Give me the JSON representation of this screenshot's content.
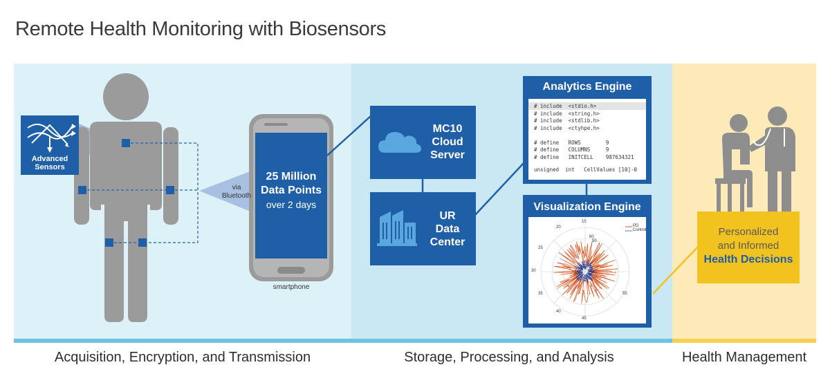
{
  "title": "Remote Health Monitoring with Biosensors",
  "sections": {
    "acquisition": "Acquisition, Encryption, and Transmission",
    "storage": "Storage, Processing, and Analysis",
    "management": "Health Management"
  },
  "sensors": {
    "label_1": "Advanced",
    "label_2": "Sensors"
  },
  "bluetooth": {
    "line_1": "via",
    "line_2": "Bluetooth"
  },
  "phone": {
    "line_1": "25 Million",
    "line_2": "Data Points",
    "line_3": "over 2 days",
    "label": "smartphone"
  },
  "cloud": {
    "line_1": "MC10",
    "line_2": "Cloud",
    "line_3": "Server"
  },
  "datacenter": {
    "line_1": "UR",
    "line_2": "Data",
    "line_3": "Center"
  },
  "analytics": {
    "title": "Analytics Engine",
    "code": [
      "# include  <stdio.h>",
      "# include  <string.h>",
      "# include  <stdlib.h>",
      "# include  <ctyhpe.h>",
      "",
      "# define   ROWS        9",
      "# define   COLUMNS     9",
      "# define   INITCELL    987634321",
      "",
      "unsigned  int   CellValues [10]-0"
    ]
  },
  "visualization": {
    "title": "Visualization Engine",
    "angle_labels": [
      "15",
      "20",
      "25",
      "30",
      "35",
      "40",
      "45",
      "50",
      "55",
      "60"
    ],
    "legend": [
      "PD",
      "Control"
    ],
    "colors": {
      "pd": "#d9541e",
      "control": "#1f3f9a"
    }
  },
  "health": {
    "line_1": "Personalized",
    "line_2": "and Informed",
    "line_3": "Health Decisions"
  },
  "colors": {
    "blue": "#1f5fa8",
    "gray": "#9b9b9b",
    "yellow": "#f2c21e"
  }
}
